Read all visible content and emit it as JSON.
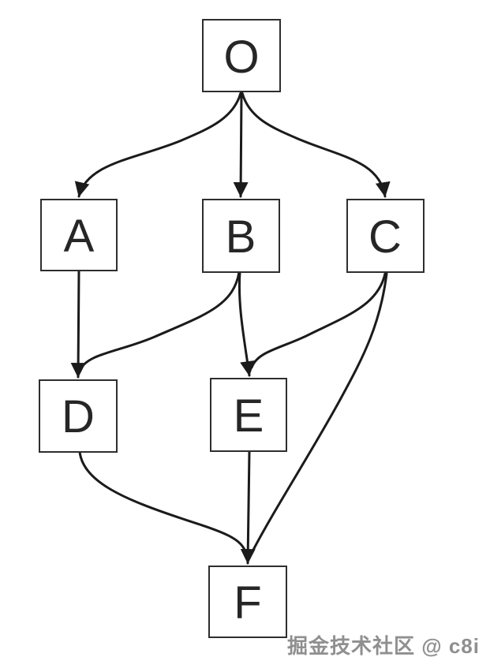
{
  "diagram": {
    "type": "directed-graph",
    "nodes": {
      "O": {
        "label": "O"
      },
      "A": {
        "label": "A"
      },
      "B": {
        "label": "B"
      },
      "C": {
        "label": "C"
      },
      "D": {
        "label": "D"
      },
      "E": {
        "label": "E"
      },
      "F": {
        "label": "F"
      }
    },
    "edges": [
      {
        "from": "O",
        "to": "A"
      },
      {
        "from": "O",
        "to": "B"
      },
      {
        "from": "O",
        "to": "C"
      },
      {
        "from": "A",
        "to": "D"
      },
      {
        "from": "B",
        "to": "D"
      },
      {
        "from": "B",
        "to": "E"
      },
      {
        "from": "C",
        "to": "E"
      },
      {
        "from": "C",
        "to": "F"
      },
      {
        "from": "D",
        "to": "F"
      },
      {
        "from": "E",
        "to": "F"
      }
    ]
  },
  "watermark": {
    "text": "掘金技术社区 @ c8i"
  },
  "colors": {
    "background": "#ffffff",
    "edge_line": "#1b1b1b",
    "box_border": "#2e2e2e",
    "box_fill": "#ffffff",
    "label": "#262626",
    "watermark": "#8f8f8f"
  }
}
